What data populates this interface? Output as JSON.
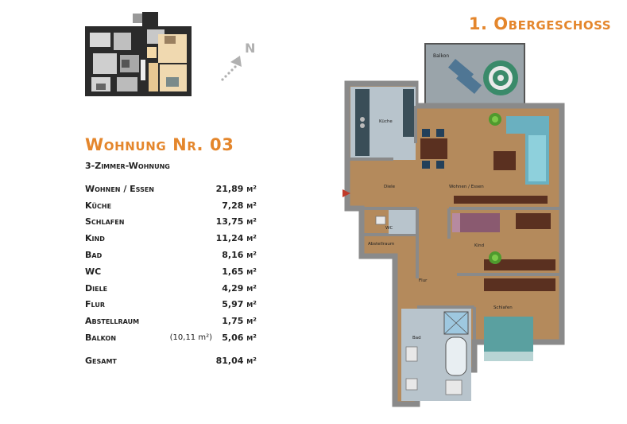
{
  "floor_title": "1. Obergeschoss",
  "apartment": {
    "title": "Wohnung Nr. 03",
    "subtitle": "3-Zimmer-Wohnung"
  },
  "rooms": [
    {
      "name": "Wohnen / Essen",
      "extra": "",
      "area": "21,89 m²"
    },
    {
      "name": "Küche",
      "extra": "",
      "area": "7,28 m²"
    },
    {
      "name": "Schlafen",
      "extra": "",
      "area": "13,75 m²"
    },
    {
      "name": "Kind",
      "extra": "",
      "area": "11,24 m²"
    },
    {
      "name": "Bad",
      "extra": "",
      "area": "8,16 m²"
    },
    {
      "name": "WC",
      "extra": "",
      "area": "1,65 m²"
    },
    {
      "name": "Diele",
      "extra": "",
      "area": "4,29 m²"
    },
    {
      "name": "Flur",
      "extra": "",
      "area": "5,97 m²"
    },
    {
      "name": "Abstellraum",
      "extra": "",
      "area": "1,75 m²"
    },
    {
      "name": "Balkon",
      "extra": "(10,11 m²)",
      "area": "5,06 m²"
    }
  ],
  "total": {
    "name": "Gesamt",
    "area": "81,04 m²"
  },
  "compass_label": "N",
  "plan_labels": {
    "balkon": "Balkon",
    "kueche": "Küche",
    "diele": "Diele",
    "wohnen": "Wohnen / Essen",
    "wc": "WC",
    "abstellraum": "Abstellraum",
    "kind": "Kind",
    "flur": "Flur",
    "schlafen": "Schlafen",
    "bad": "Bad"
  },
  "colors": {
    "accent": "#e4862c",
    "floor": "#b48a5c",
    "wall": "#8a8a8a",
    "tile": "#b8c4cc",
    "highlight": "#f0d9b0"
  }
}
